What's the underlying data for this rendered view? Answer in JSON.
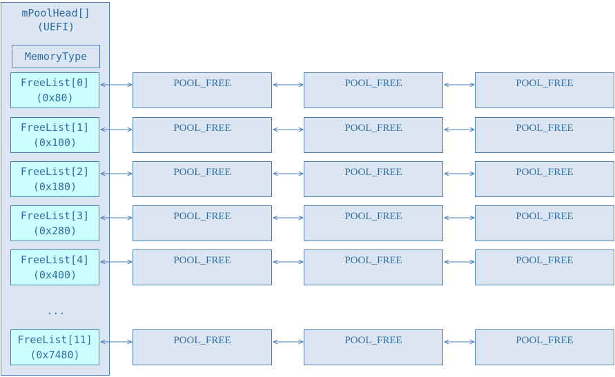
{
  "pool_head": {
    "title_line1": "mPoolHead[]",
    "title_line2": "(UEFI)",
    "memory_type": "MemoryType",
    "ellipsis": "..."
  },
  "free_lists": [
    {
      "name": "FreeList[0]",
      "size": "(0x80)"
    },
    {
      "name": "FreeList[1]",
      "size": "(0x100)"
    },
    {
      "name": "FreeList[2]",
      "size": "(0x180)"
    },
    {
      "name": "FreeList[3]",
      "size": "(0x280)"
    },
    {
      "name": "FreeList[4]",
      "size": "(0x400)"
    },
    {
      "name": "FreeList[11]",
      "size": "(0x7480)"
    }
  ],
  "node_label": "POOL_FREE",
  "colors": {
    "box_fill": "#dce6f2",
    "freelist_fill": "#ccffff",
    "border": "#4a7ebb",
    "text": "#2e6da4"
  }
}
